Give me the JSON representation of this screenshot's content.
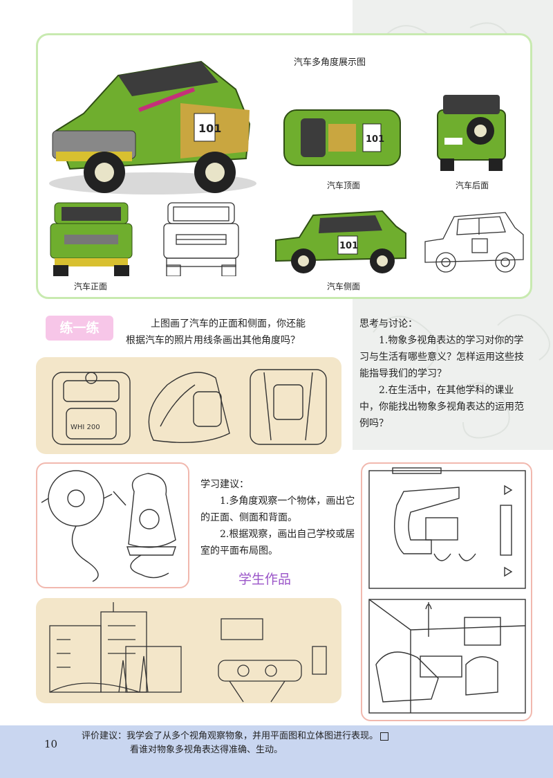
{
  "car_panel": {
    "title": "汽车多角度展示图",
    "captions": {
      "top": "汽车顶面",
      "back": "汽车后面",
      "front": "汽车正面",
      "side": "汽车侧面"
    }
  },
  "practice": {
    "badge": "练一练",
    "line1": "上图画了汽车的正面和侧面，你还能",
    "line2": "根据汽车的照片用线条画出其他角度吗？"
  },
  "think": {
    "title": "思考与讨论：",
    "q1": "1.物象多视角表达的学习对你的学习与生活有哪些意义？怎样运用这些技能指导我们的学习？",
    "q2": "2.在生活中，在其他学科的课业中，你能找出物象多视角表达的运用范例吗？"
  },
  "advice": {
    "title": "学习建议：",
    "s1": "1.多角度观察一个物体，画出它的正面、侧面和背面。",
    "s2": "2.根据观察，画出自己学校或居室的平面布局图。"
  },
  "student_works": "学生作品",
  "footer": {
    "page_number": "10",
    "line1": "评价建议：我学会了从多个视角观察物象，并用平面图和立体图进行表现。",
    "line2": "看谁对物象多视角表达得准确、生动。"
  },
  "colors": {
    "car_green": "#6fae2e",
    "car_gold": "#c9a640",
    "panel_border": "#c8eab0",
    "badge_pink": "#f7c6e8",
    "beige": "#f3e6c9",
    "student_purple": "#9a54c8",
    "footer_blue": "#c9d6f0"
  }
}
